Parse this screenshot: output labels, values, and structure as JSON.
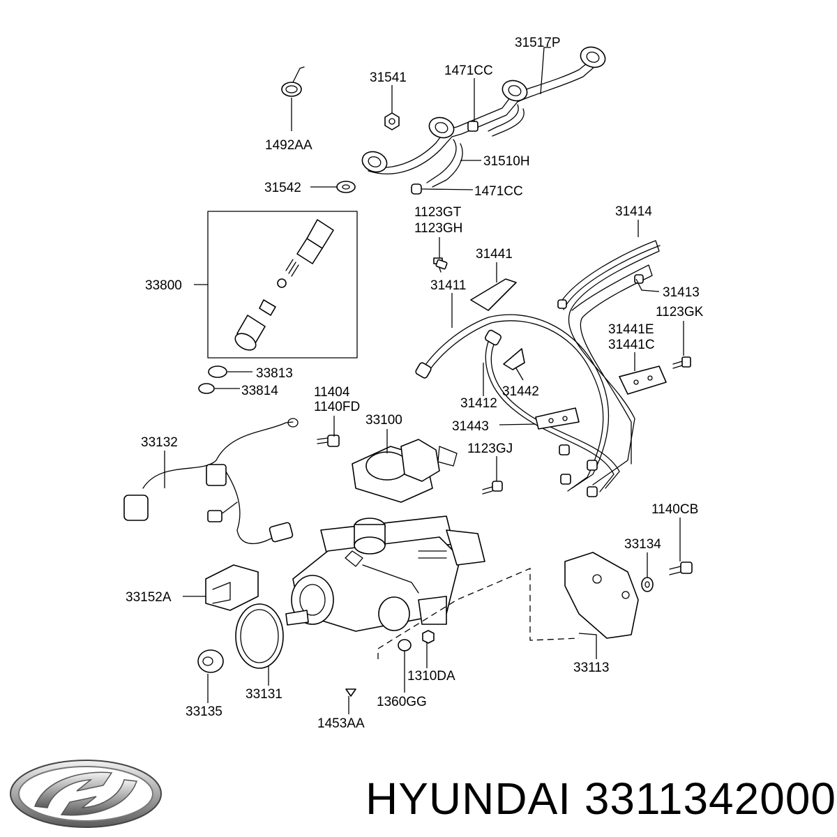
{
  "brand": {
    "name": "HYUNDAI",
    "part_number": "3311342000"
  },
  "callouts": {
    "c31517P": "31517P",
    "c31541": "31541",
    "c1471CC_a": "1471CC",
    "c1492AA": "1492AA",
    "c31510H": "31510H",
    "c31542": "31542",
    "c1471CC_b": "1471CC",
    "c1123GT": "1123GT",
    "c1123GH": "1123GH",
    "c31414": "31414",
    "c31441": "31441",
    "c33800": "33800",
    "c31411": "31411",
    "c31413": "31413",
    "c1123GK": "1123GK",
    "c31441E": "31441E",
    "c31441C": "31441C",
    "c33813": "33813",
    "c33814": "33814",
    "c11404": "11404",
    "c1140FD": "1140FD",
    "c31412": "31412",
    "c31442": "31442",
    "c33100": "33100",
    "c31443": "31443",
    "c33132": "33132",
    "c1123GJ": "1123GJ",
    "c1140CB": "1140CB",
    "c33134": "33134",
    "c33152A": "33152A",
    "c33113": "33113",
    "c1310DA": "1310DA",
    "c33131": "33131",
    "c1360GG": "1360GG",
    "c33135": "33135",
    "c1453AA": "1453AA"
  }
}
